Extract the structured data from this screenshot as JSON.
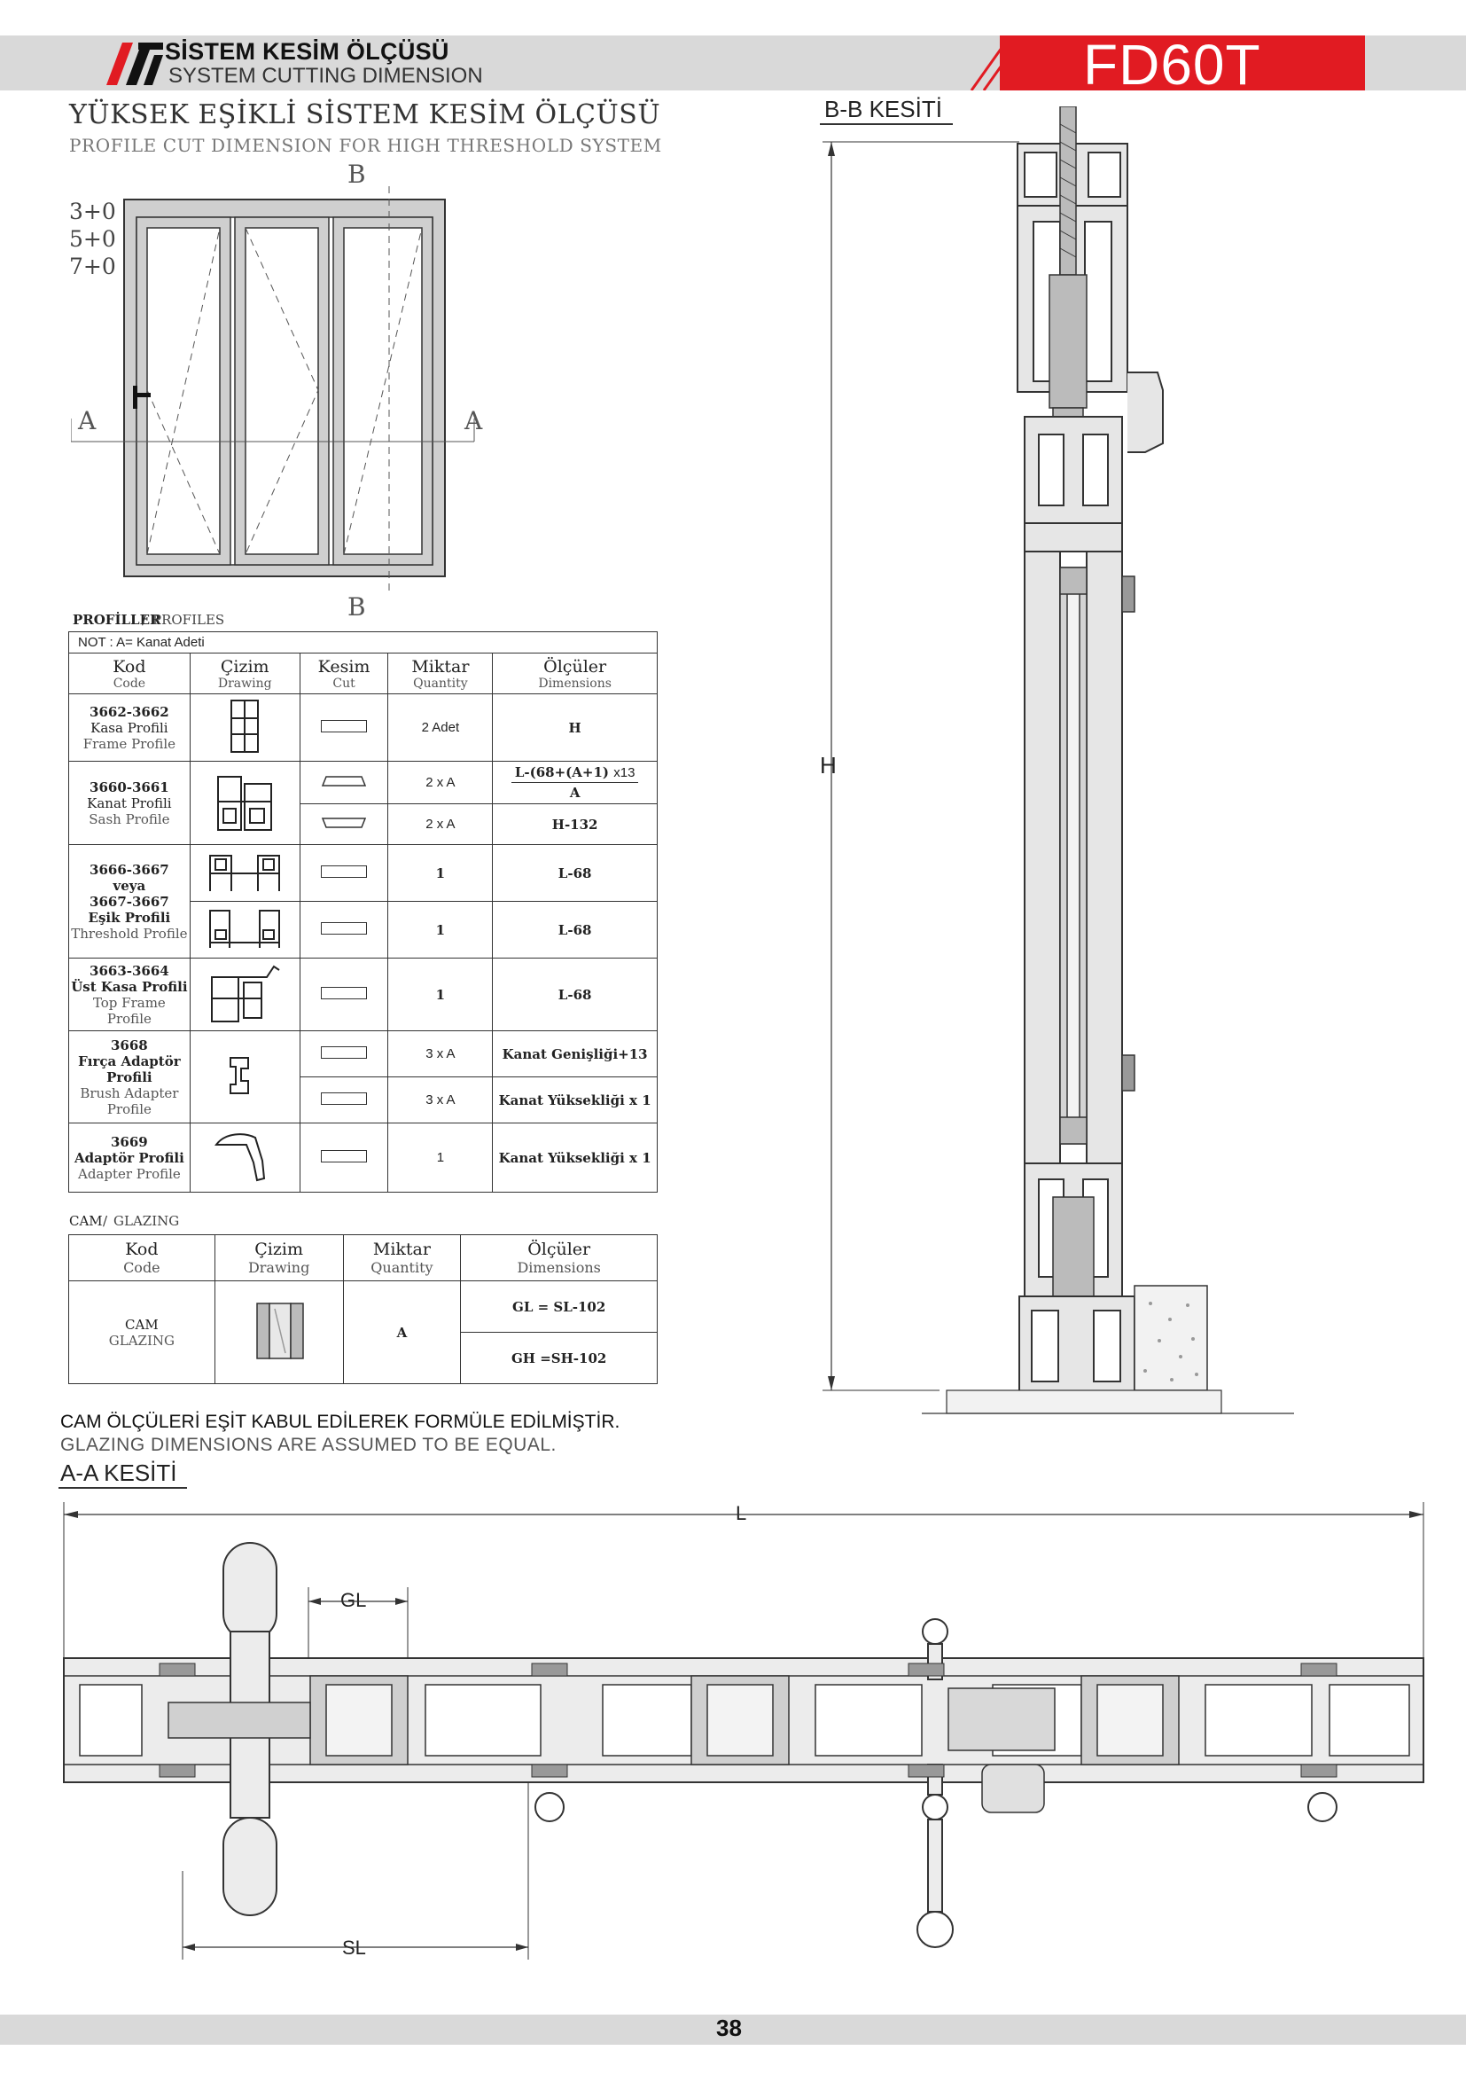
{
  "header": {
    "title_tr": "SİSTEM KESİM ÖLÇÜSÜ",
    "title_en": "SYSTEM CUTTING DIMENSION",
    "model": "FD60T",
    "brand_color": "#e11b22"
  },
  "heading": {
    "title": "YÜKSEK EŞİKLİ SİSTEM KESİM ÖLÇÜSÜ",
    "subtitle": "PROFILE CUT DIMENSION FOR HIGH THRESHOLD SYSTEM"
  },
  "elevation": {
    "configs": [
      "3+0",
      "5+0",
      "7+0"
    ],
    "section_a": "A",
    "section_b": "B"
  },
  "profiles": {
    "label_tr": "PROFİLLER",
    "label_en": "PROFILES",
    "note": "NOT : A= Kanat Adeti",
    "headers": [
      {
        "tr": "Kod",
        "en": "Code"
      },
      {
        "tr": "Çizim",
        "en": "Drawing"
      },
      {
        "tr": "Kesim",
        "en": "Cut"
      },
      {
        "tr": "Miktar",
        "en": "Quantity"
      },
      {
        "tr": "Ölçüler",
        "en": "Dimensions"
      }
    ],
    "rows": [
      {
        "code": "3662-3662",
        "name_tr": "Kasa Profili",
        "name_en": "Frame Profile",
        "qty": [
          "2 Adet"
        ],
        "dim": [
          "H"
        ]
      },
      {
        "code": "3660-3661",
        "name_tr": "Kanat Profili",
        "name_en": "Sash Profile",
        "qty": [
          "2 x A",
          "2 x A"
        ],
        "dim_frac": {
          "num": "L-(68+(A+1)",
          "mult": "x13",
          "den": "A"
        },
        "dim": [
          "H-132"
        ]
      },
      {
        "code": "3666-3667",
        "or": "veya",
        "code2": "3667-3667",
        "name_tr": "Eşik Profili",
        "name_en": "Threshold Profile",
        "qty": [
          "1",
          "1"
        ],
        "dim": [
          "L-68",
          "L-68"
        ]
      },
      {
        "code": "3663-3664",
        "name_tr": "Üst Kasa Profili",
        "name_en": "Top Frame Profile",
        "qty": [
          "1"
        ],
        "dim": [
          "L-68"
        ]
      },
      {
        "code": "3668",
        "name_tr": "Fırça Adaptör Profili",
        "name_en": "Brush Adapter Profile",
        "qty": [
          "3 x A",
          "3 x A"
        ],
        "dim": [
          "Kanat Genişliği+13",
          "Kanat Yüksekliği x 1"
        ]
      },
      {
        "code": "3669",
        "name_tr": "Adaptör Profili",
        "name_en": "Adapter Profile",
        "qty": [
          "1"
        ],
        "dim": [
          "Kanat Yüksekliği x 1"
        ]
      }
    ]
  },
  "glazing": {
    "label_tr": "CAM",
    "label_en": "GLAZING",
    "headers": [
      {
        "tr": "Kod",
        "en": "Code"
      },
      {
        "tr": "Çizim",
        "en": "Drawing"
      },
      {
        "tr": "Miktar",
        "en": "Quantity"
      },
      {
        "tr": "Ölçüler",
        "en": "Dimensions"
      }
    ],
    "row": {
      "code_tr": "CAM",
      "code_en": "GLAZING",
      "qty": "A",
      "dims": [
        "GL = SL-102",
        "GH =SH-102"
      ]
    },
    "note_tr": "CAM ÖLÇÜLERİ EŞİT KABUL EDİLEREK FORMÜLE EDİLMİŞTİR.",
    "note_en": "GLAZING DIMENSIONS ARE ASSUMED TO BE EQUAL."
  },
  "section_bb": {
    "title": "B-B KESİTİ",
    "dim_label": "H"
  },
  "section_aa": {
    "title": "A-A KESİTİ",
    "dim_L": "L",
    "dim_GL": "GL",
    "dim_SL": "SL"
  },
  "footer": {
    "page": "38"
  }
}
